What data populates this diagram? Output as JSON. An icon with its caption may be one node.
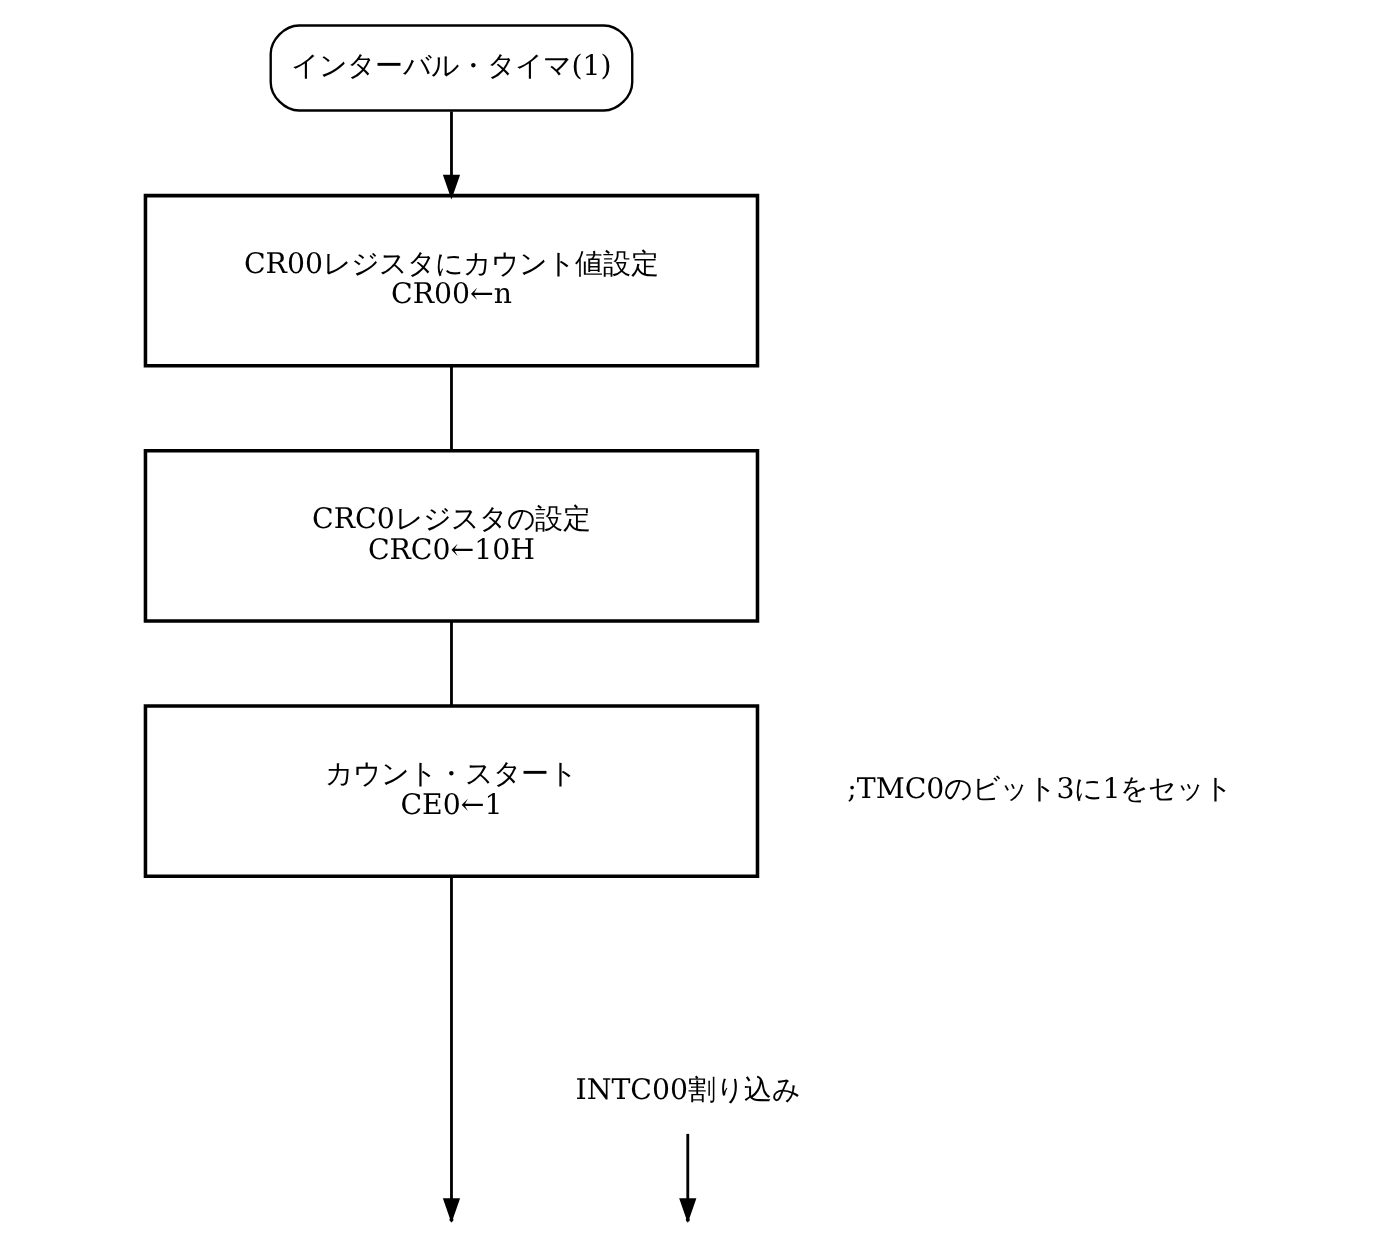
{
  "diagram": {
    "nodes": [
      {
        "text": [
          "インターバル・タイマ(1)"
        ]
      },
      {
        "text": [
          "CR00レジスタにカウント値設定",
          "CR00←n"
        ]
      },
      {
        "text": [
          "CRC0レジスタの設定",
          "CRC0←10H"
        ]
      },
      {
        "text": [
          "カウント・スタート",
          "CE0←1"
        ],
        "beside": [
          ";TMC0のビット3に1をセット"
        ]
      },
      {
        "text": [
          "INTC00割り込み"
        ]
      }
    ],
    "edges": [
      {
        "from": 0,
        "to": 1,
        "arrow": "to"
      },
      {
        "from": 1,
        "to": 2,
        "arrow": "none"
      },
      {
        "from": 2,
        "to": 3,
        "arrow": "none"
      },
      {
        "from": 3,
        "to": null,
        "arrow": "to"
      },
      {
        "from": 4,
        "to": null,
        "arrow": "to"
      }
    ]
  }
}
